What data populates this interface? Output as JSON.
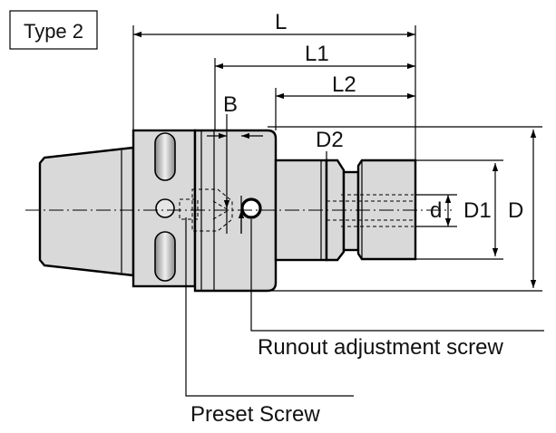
{
  "type_label": "Type 2",
  "dimensions": {
    "L": "L",
    "L1": "L1",
    "L2": "L2",
    "B": "B",
    "D2": "D2",
    "d": "d",
    "D1": "D1",
    "D": "D"
  },
  "callouts": {
    "runout": "Runout adjustment screw",
    "preset": "Preset Screw"
  },
  "colors": {
    "body_fill": "#d9d9d9",
    "line": "#000000"
  }
}
